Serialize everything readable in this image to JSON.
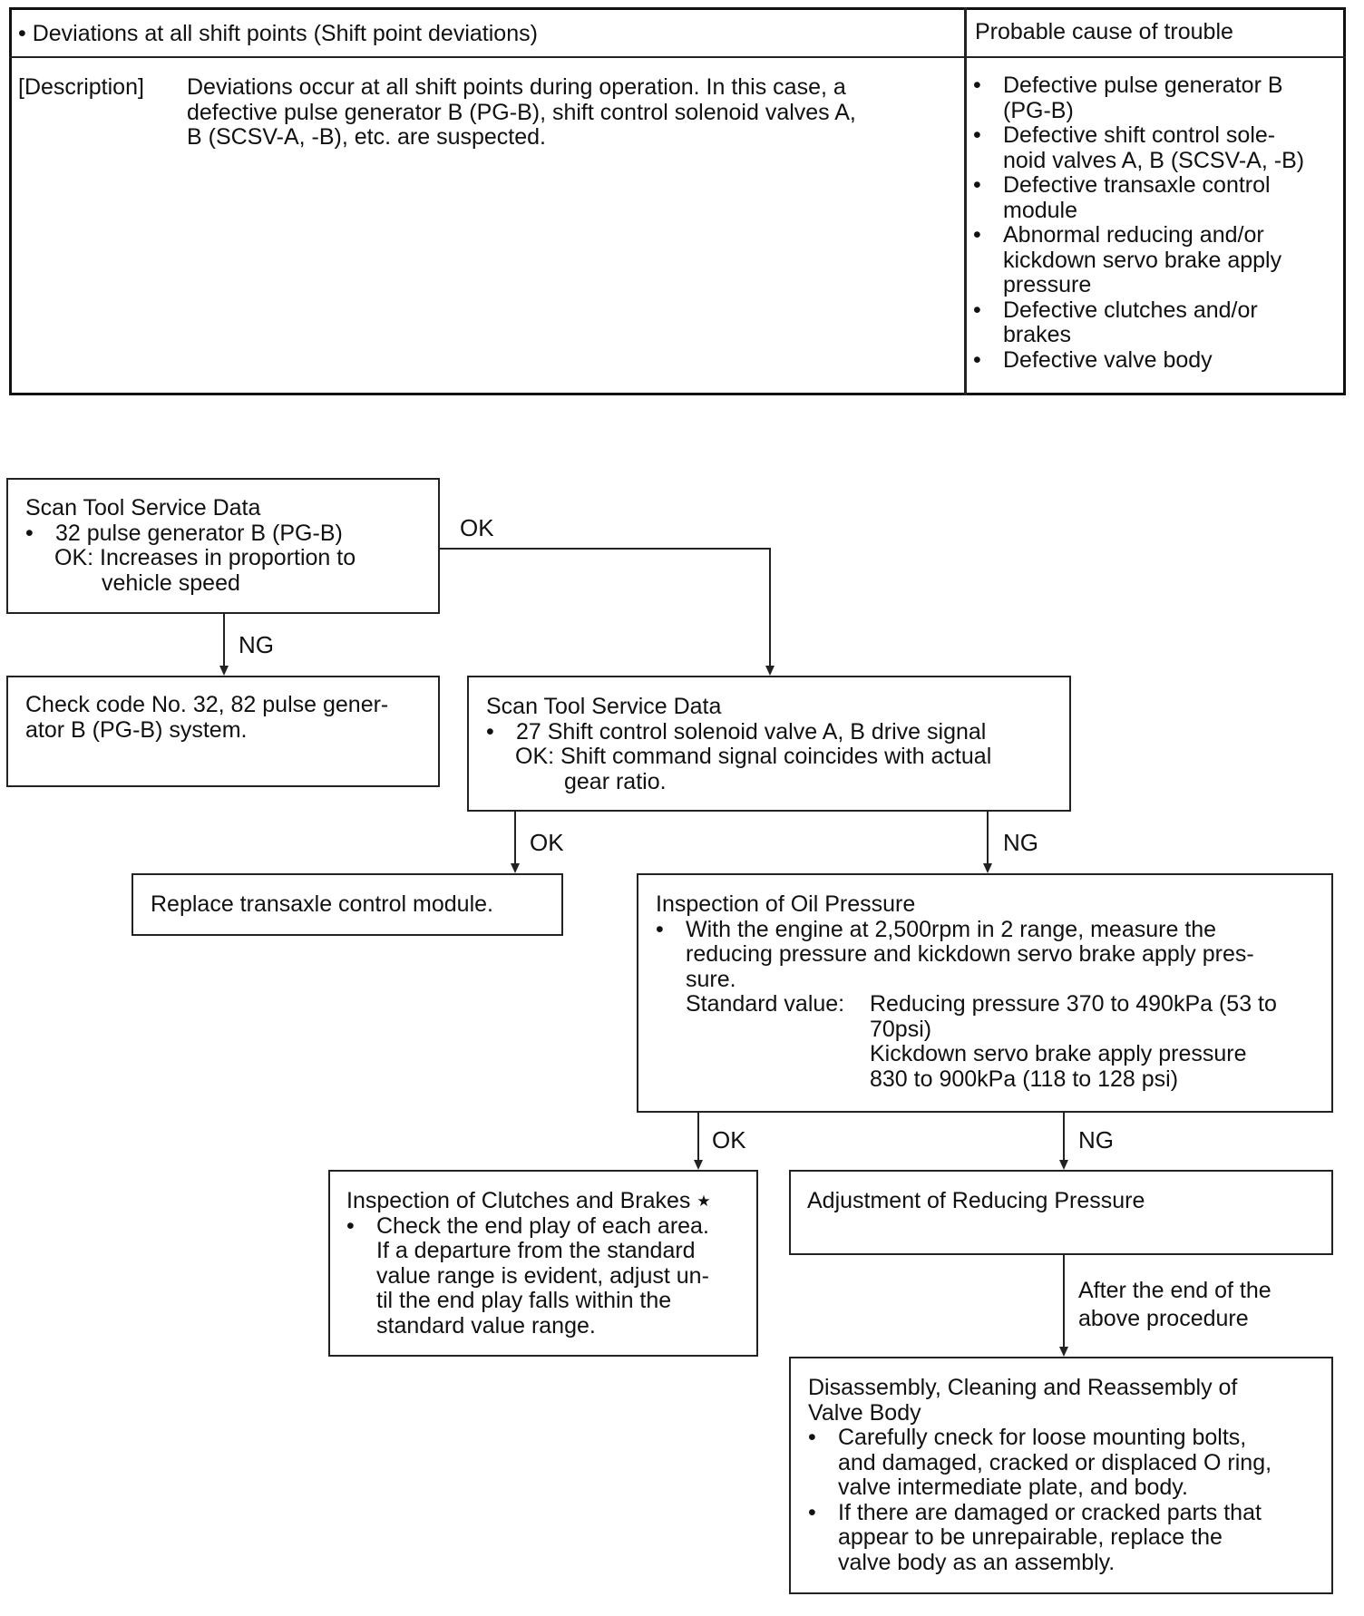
{
  "table": {
    "symptom_label": "• Deviations at all shift points (Shift point deviations)",
    "cause_header": "Probable cause of trouble",
    "description_label": "[Description]",
    "description_lines": [
      "Deviations occur at all shift points during operation.  In this case, a",
      "defective pulse generator B (PG-B), shift control solenoid valves A,",
      "B (SCSV-A, -B), etc. are suspected."
    ],
    "causes": [
      [
        "Defective pulse generator B",
        "(PG-B)"
      ],
      [
        "Defective shift control sole-",
        "noid valves A, B (SCSV-A, -B)"
      ],
      [
        "Defective transaxle control",
        "module"
      ],
      [
        "Abnormal reducing and/or",
        "kickdown servo brake apply",
        "pressure"
      ],
      [
        "Defective clutches and/or",
        "brakes"
      ],
      [
        "Defective valve body"
      ]
    ]
  },
  "flow": {
    "box1": {
      "title": "Scan Tool Service Data",
      "bullet": "32 pulse generator B (PG-B)",
      "ok_line1": "OK: Increases in proportion to",
      "ok_line2": "vehicle speed"
    },
    "box2": {
      "line1": "Check code No. 32, 82 pulse gener-",
      "line2": "ator B (PG-B) system."
    },
    "box3": {
      "title": "Scan Tool Service Data",
      "bullet": "27  Shift control solenoid valve A, B drive signal",
      "ok_line1": "OK: Shift command signal coincides with actual",
      "ok_line2": "gear ratio."
    },
    "box4": {
      "text": "Replace transaxle control module."
    },
    "box5": {
      "title": "Inspection of Oil Pressure",
      "bullet_line1": "With the engine at 2,500rpm in 2 range, measure the",
      "bullet_line2": "reducing pressure and kickdown servo brake apply pres-",
      "bullet_line3": "sure.",
      "std_label": "Standard value:",
      "std_line1": "Reducing pressure 370 to 490kPa (53 to",
      "std_line2": "70psi)",
      "std_line3": "Kickdown servo brake apply pressure",
      "std_line4": "830 to 900kPa (118 to 128 psi)"
    },
    "box6": {
      "title": "Inspection of Clutches and Brakes",
      "star": "★",
      "bullet_lines": [
        "Check the end play of each area.",
        "If a departure from the standard",
        "value range is evident, adjust un-",
        "til the end play falls within the",
        "standard value range."
      ]
    },
    "box7": {
      "title": "Adjustment of Reducing Pressure"
    },
    "box8": {
      "title_line1": "Disassembly, Cleaning and Reassembly of",
      "title_line2": "Valve Body",
      "bullet1_lines": [
        "Carefully cneck for loose mounting bolts,",
        "and damaged, cracked or displaced O ring,",
        "valve intermediate plate, and body."
      ],
      "bullet2_lines": [
        "If there are damaged or cracked parts that",
        "appear to be unrepairable, replace the",
        "valve body as an assembly."
      ]
    },
    "labels": {
      "ok1": "OK",
      "ng1": "NG",
      "ok2": "OK",
      "ng2": "NG",
      "ok3": "OK",
      "ng3": "NG",
      "after_line1": "After the end of the",
      "after_line2": "above procedure"
    }
  }
}
